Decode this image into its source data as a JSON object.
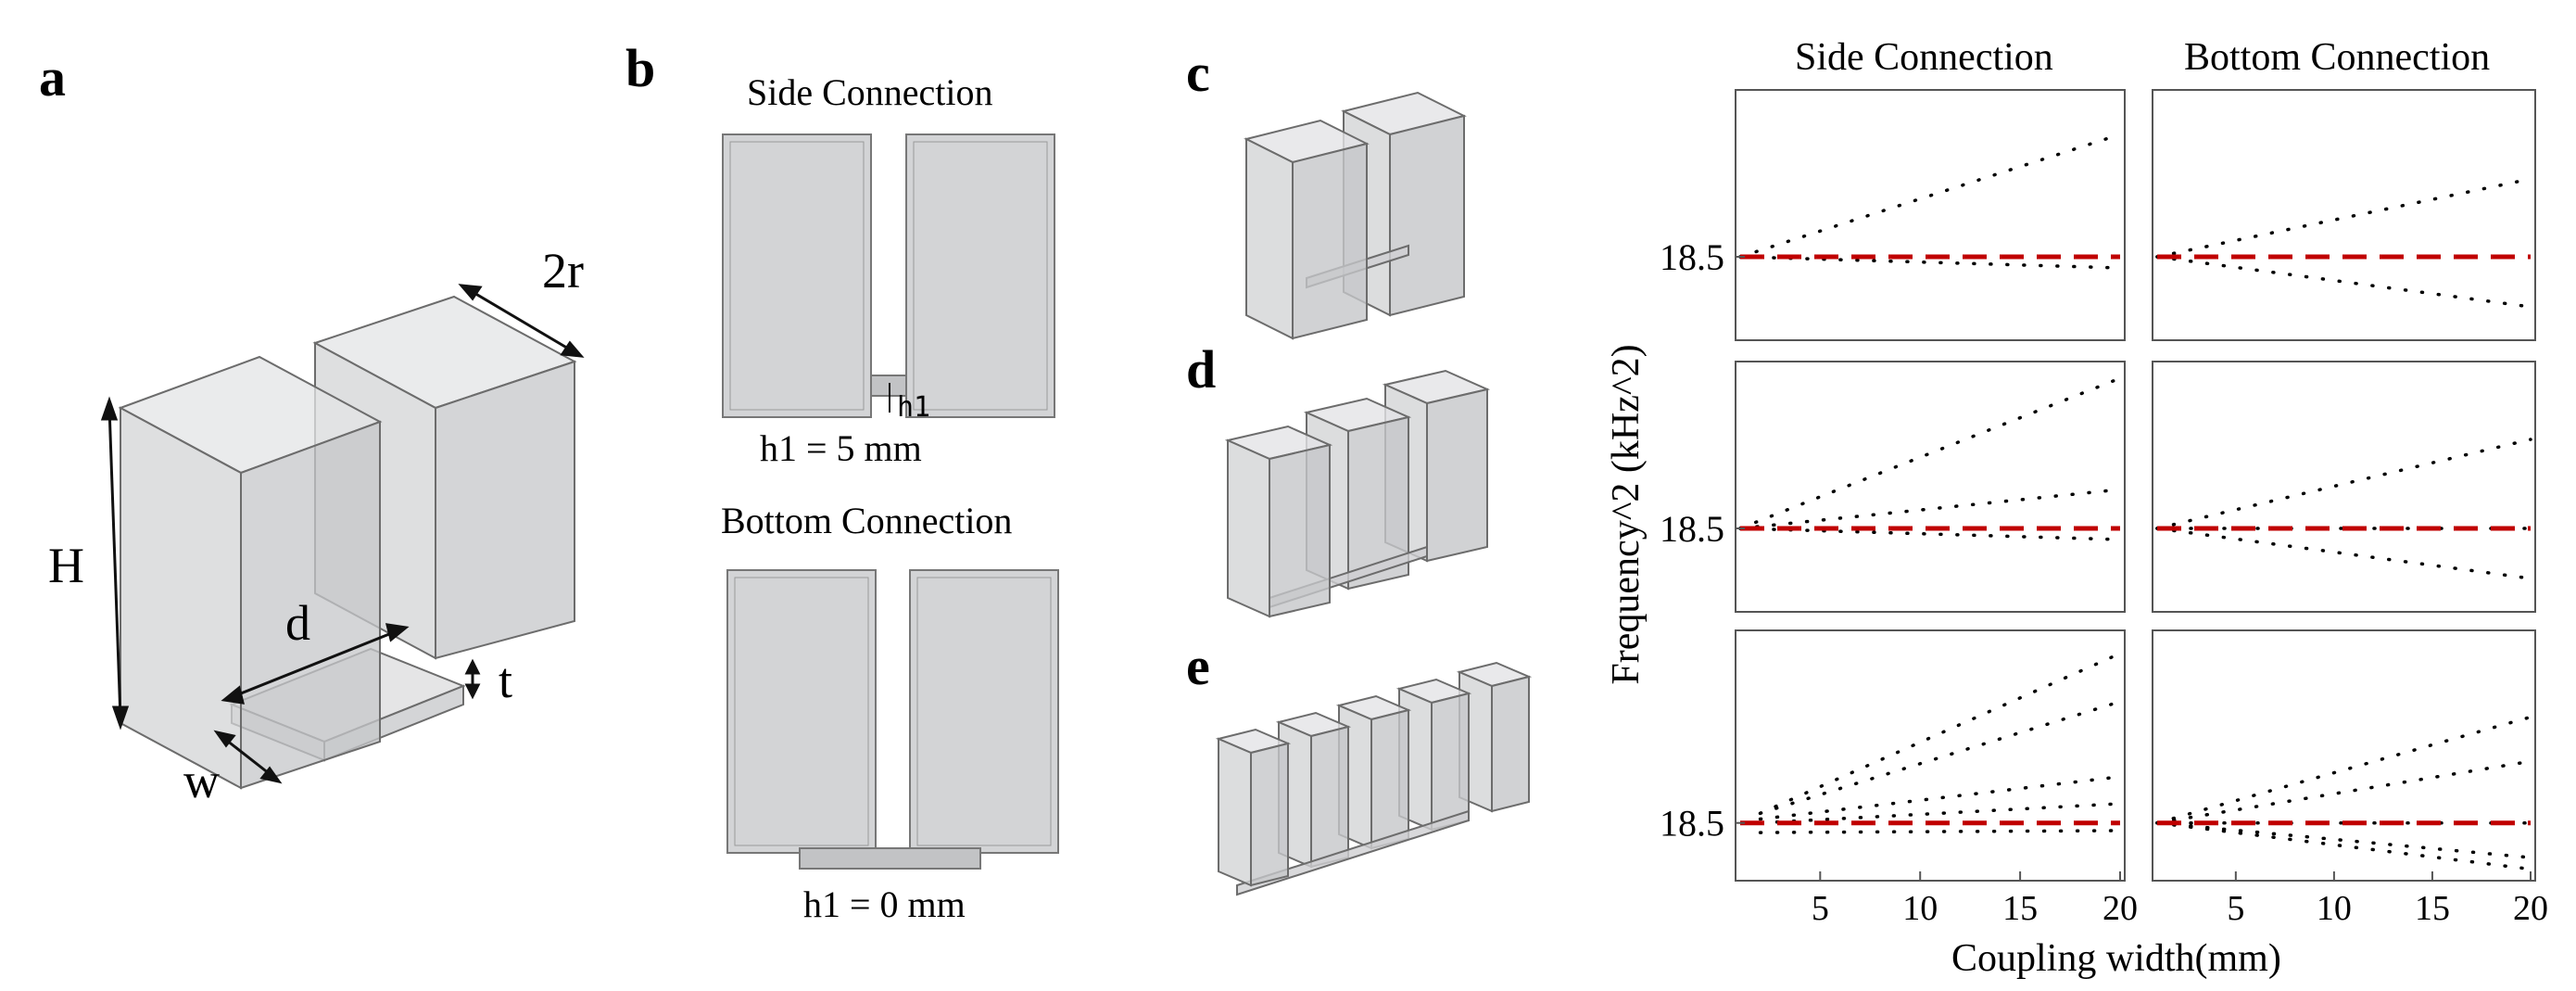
{
  "panel_labels": {
    "a": "a",
    "b": "b",
    "c": "c",
    "d": "d",
    "e": "e"
  },
  "panel_a": {
    "dim_labels": {
      "H": "H",
      "two_r": "2r",
      "d": "d",
      "t": "t",
      "w": "w"
    }
  },
  "panel_b": {
    "side_title": "Side Connection",
    "bottom_title": "Bottom Connection",
    "h1_marker": "h1",
    "side_caption": "h1 = 5 mm",
    "bottom_caption": "h1 = 0 mm"
  },
  "chart_data": {
    "type": "scatter",
    "column_titles": [
      "Side Connection",
      "Bottom Connection"
    ],
    "ylabel": "Frequency^2 (kHz^2)",
    "xlabel": "Coupling width(mm)",
    "x_ticks": [
      5,
      10,
      15,
      20
    ],
    "y_tick_label": "18.5",
    "reference_value": 18.5,
    "reference_style": "red dashed",
    "colors": {
      "reference": "#c00000",
      "modes": "#000000"
    },
    "xlim": [
      1,
      20
    ],
    "panels": [
      {
        "row": 1,
        "col": "Side Connection",
        "ylim": [
          18.35,
          18.8
        ],
        "series": [
          {
            "x": [
              1,
              20
            ],
            "y": [
              18.5,
              18.72
            ]
          },
          {
            "x": [
              1,
              20
            ],
            "y": [
              18.5,
              18.48
            ]
          }
        ]
      },
      {
        "row": 1,
        "col": "Bottom Connection",
        "ylim": [
          18.35,
          18.8
        ],
        "series": [
          {
            "x": [
              1,
              20
            ],
            "y": [
              18.5,
              18.64
            ]
          },
          {
            "x": [
              1,
              20
            ],
            "y": [
              18.5,
              18.41
            ]
          }
        ]
      },
      {
        "row": 2,
        "col": "Side Connection",
        "ylim": [
          18.35,
          18.8
        ],
        "series": [
          {
            "x": [
              1,
              20
            ],
            "y": [
              18.5,
              18.77
            ]
          },
          {
            "x": [
              1,
              20
            ],
            "y": [
              18.5,
              18.57
            ]
          },
          {
            "x": [
              1,
              20
            ],
            "y": [
              18.5,
              18.48
            ]
          }
        ]
      },
      {
        "row": 2,
        "col": "Bottom Connection",
        "ylim": [
          18.35,
          18.8
        ],
        "series": [
          {
            "x": [
              1,
              20
            ],
            "y": [
              18.5,
              18.66
            ]
          },
          {
            "x": [
              1,
              20
            ],
            "y": [
              18.5,
              18.5
            ]
          },
          {
            "x": [
              1,
              20
            ],
            "y": [
              18.5,
              18.41
            ]
          }
        ]
      },
      {
        "row": 3,
        "col": "Side Connection",
        "ylim": [
          18.47,
          18.6
        ],
        "series": [
          {
            "x": [
              2,
              20
            ],
            "y": [
              18.505,
              18.588
            ]
          },
          {
            "x": [
              2,
              20
            ],
            "y": [
              18.505,
              18.563
            ]
          },
          {
            "x": [
              2,
              20
            ],
            "y": [
              18.502,
              18.524
            ]
          },
          {
            "x": [
              2,
              20
            ],
            "y": [
              18.5,
              18.51
            ]
          },
          {
            "x": [
              2,
              20
            ],
            "y": [
              18.495,
              18.496
            ]
          }
        ]
      },
      {
        "row": 3,
        "col": "Bottom Connection",
        "ylim": [
          18.47,
          18.6
        ],
        "series": [
          {
            "x": [
              1,
              20
            ],
            "y": [
              18.5,
              18.555
            ]
          },
          {
            "x": [
              1,
              20
            ],
            "y": [
              18.5,
              18.532
            ]
          },
          {
            "x": [
              1,
              20
            ],
            "y": [
              18.5,
              18.5
            ]
          },
          {
            "x": [
              1,
              20
            ],
            "y": [
              18.5,
              18.482
            ]
          },
          {
            "x": [
              1,
              20
            ],
            "y": [
              18.5,
              18.476
            ]
          }
        ]
      }
    ]
  }
}
